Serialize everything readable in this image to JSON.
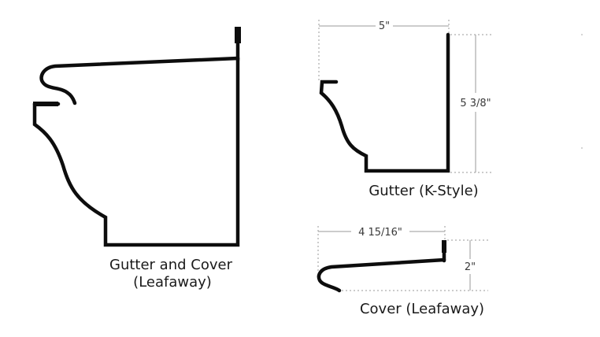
{
  "figures": {
    "gutter_and_cover": {
      "title_line1": "Gutter and Cover",
      "title_line2": "(Leafaway)"
    },
    "gutter_kstyle": {
      "title": "Gutter (K-Style)",
      "width_label": "5\"",
      "height_label": "5 3/8\""
    },
    "cover_leafaway": {
      "title": "Cover (Leafaway)",
      "width_label": "4 15/16\"",
      "height_label": "2\""
    }
  }
}
